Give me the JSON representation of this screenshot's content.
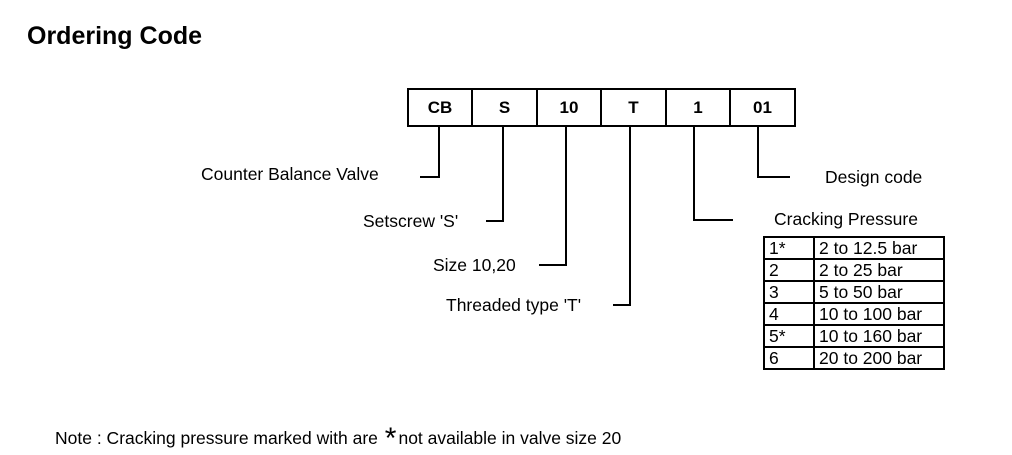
{
  "title": "Ordering Code",
  "code": [
    "CB",
    "S",
    "10",
    "T",
    "1",
    "01"
  ],
  "labels": {
    "cb": "Counter Balance Valve",
    "s": "Setscrew 'S'",
    "size": "Size 10,20",
    "t": "Threaded type 'T'",
    "cracking": "Cracking Pressure",
    "design": "Design code"
  },
  "cracking_table": [
    {
      "code": "1*",
      "range": "2 to 12.5 bar"
    },
    {
      "code": "2",
      "range": "2 to 25 bar"
    },
    {
      "code": "3",
      "range": "5 to 50 bar"
    },
    {
      "code": "4",
      "range": "10 to 100 bar"
    },
    {
      "code": "5*",
      "range": "10 to 160 bar"
    },
    {
      "code": "6",
      "range": "20 to 200 bar"
    }
  ],
  "note": {
    "before": "Note : Cracking pressure marked with are",
    "star": "*",
    "after": "not available in valve size 20"
  }
}
